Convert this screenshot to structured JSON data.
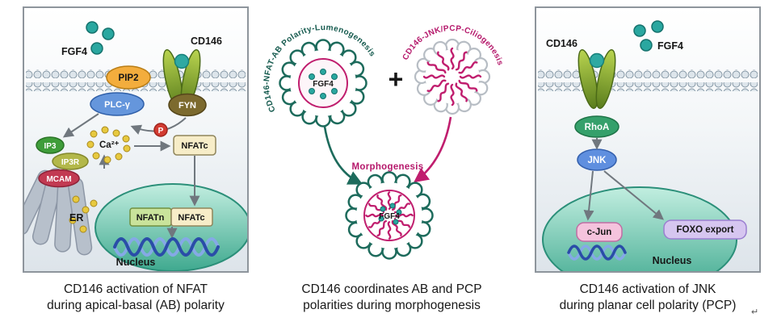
{
  "panel_left": {
    "labels": {
      "fgf4": "FGF4",
      "cd146": "CD146",
      "pip2": "PIP2",
      "plc_gamma": "PLC-γ",
      "fyn": "FYN",
      "phospho": "P",
      "ip3": "IP3",
      "ip3r": "IP3R",
      "mcam": "MCAM",
      "calcium": "Ca²⁺",
      "nfatc_cyto": "NFATc",
      "er": "ER",
      "nfatn": "NFATn",
      "nfatc_nuc": "NFATc",
      "nucleus": "Nucleus"
    },
    "caption": [
      "CD146 activation of NFAT",
      "during apical-basal (AB) polarity"
    ]
  },
  "panel_middle": {
    "labels": {
      "lumenogenesis_arc": "CD146-NFAT-AB Polarity-Lumenogenesis",
      "ciliogenesis_arc": "CD146-JNK/PCP-Ciliogenesis",
      "plus": "+",
      "fgf4_left": "FGF4",
      "fgf4_bottom": "FGF4",
      "morphogenesis": "Morphogenesis"
    },
    "caption": [
      "CD146 coordinates AB and PCP",
      "polarities during morphogenesis"
    ]
  },
  "panel_right": {
    "labels": {
      "cd146": "CD146",
      "fgf4": "FGF4",
      "rhoa": "RhoA",
      "jnk": "JNK",
      "cjun": "c-Jun",
      "foxo": "FOXO export",
      "nucleus": "Nucleus"
    },
    "caption": [
      "CD146 activation of JNK",
      "during planar cell polarity (PCP)"
    ]
  },
  "page": {
    "paragraph_mark": "↵"
  }
}
